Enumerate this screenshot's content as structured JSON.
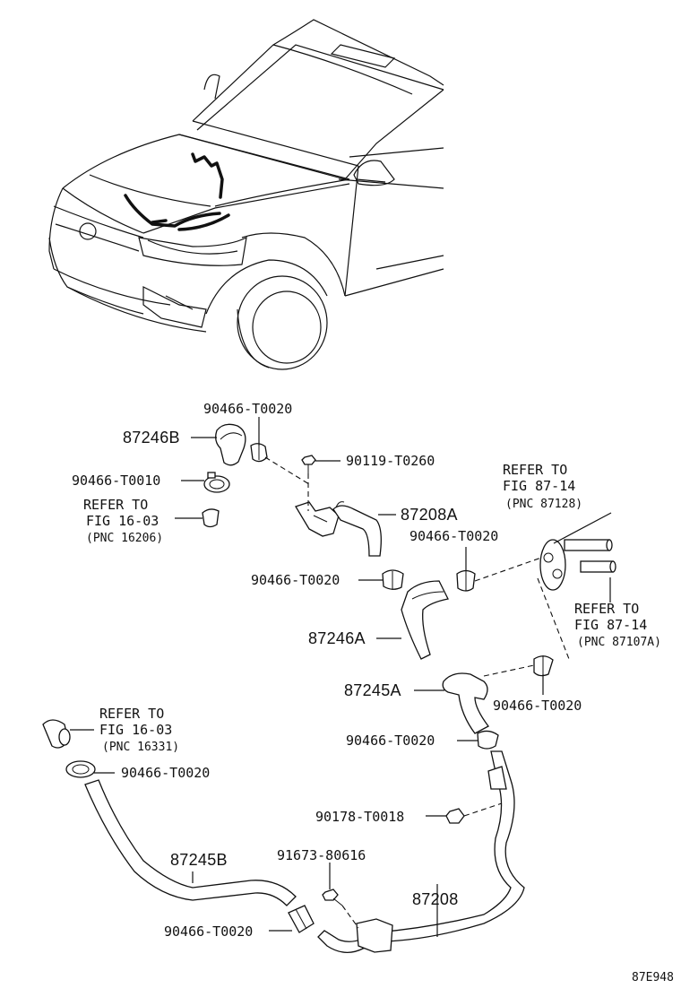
{
  "diagram_id": "87E948",
  "labels": {
    "p_87246B": "87246B",
    "p_87208A": "87208A",
    "p_87246A": "87246A",
    "p_87245A": "87245A",
    "p_87245B": "87245B",
    "p_87208": "87208",
    "c_t0020_top": "90466-T0020",
    "c_t0010": "90466-T0010",
    "bolt_90119": "90119-T0260",
    "c_t0020_mid_right": "90466-T0020",
    "c_t0020_mid_left": "90466-T0020",
    "c_t0020_right": "90466-T0020",
    "c_t0020_lower": "90466-T0020",
    "c_t0020_left": "90466-T0020",
    "nut_90178": "90178-T0018",
    "bolt_91673": "91673-80616",
    "c_t0020_bottom": "90466-T0020"
  },
  "refs": [
    {
      "line1": "REFER TO",
      "line2": "FIG 16-03",
      "line3": "(PNC 16206)"
    },
    {
      "line1": "REFER TO",
      "line2": "FIG 87-14",
      "line3": "(PNC 87128)"
    },
    {
      "line1": "REFER TO",
      "line2": "FIG 87-14",
      "line3": "(PNC 87107A)"
    },
    {
      "line1": "REFER TO",
      "line2": "FIG 16-03",
      "line3": "(PNC 16331)"
    }
  ]
}
